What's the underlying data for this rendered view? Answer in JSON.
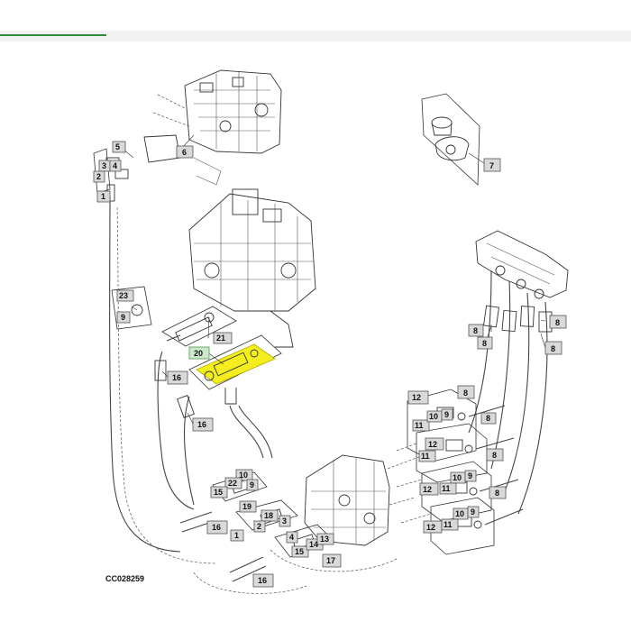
{
  "diagram": {
    "figure_code": "CC028259",
    "highlight_color": "#f5ee1e",
    "accent_color": "#2e8b3a",
    "callouts": [
      {
        "id": "c5",
        "label": "5"
      },
      {
        "id": "c3",
        "label": "3"
      },
      {
        "id": "c4",
        "label": "4"
      },
      {
        "id": "c2",
        "label": "2"
      },
      {
        "id": "c1a",
        "label": "1"
      },
      {
        "id": "c6",
        "label": "6"
      },
      {
        "id": "c7",
        "label": "7"
      },
      {
        "id": "c23",
        "label": "23"
      },
      {
        "id": "c9a",
        "label": "9"
      },
      {
        "id": "c21",
        "label": "21"
      },
      {
        "id": "c20",
        "label": "20"
      },
      {
        "id": "c16a",
        "label": "16"
      },
      {
        "id": "c16b",
        "label": "16"
      },
      {
        "id": "c8a",
        "label": "8"
      },
      {
        "id": "c8b",
        "label": "8"
      },
      {
        "id": "c8c",
        "label": "8"
      },
      {
        "id": "c8d",
        "label": "8"
      },
      {
        "id": "c12a",
        "label": "12"
      },
      {
        "id": "c8e",
        "label": "8"
      },
      {
        "id": "c11a",
        "label": "11"
      },
      {
        "id": "c10a",
        "label": "10"
      },
      {
        "id": "c9b",
        "label": "9"
      },
      {
        "id": "c8f",
        "label": "8"
      },
      {
        "id": "c12b",
        "label": "12"
      },
      {
        "id": "c11b",
        "label": "11"
      },
      {
        "id": "c8g",
        "label": "8"
      },
      {
        "id": "c10b",
        "label": "10"
      },
      {
        "id": "c9c",
        "label": "9"
      },
      {
        "id": "c12c",
        "label": "12"
      },
      {
        "id": "c11c",
        "label": "11"
      },
      {
        "id": "c8h",
        "label": "8"
      },
      {
        "id": "c10c",
        "label": "10"
      },
      {
        "id": "c9d",
        "label": "9"
      },
      {
        "id": "c12d",
        "label": "12"
      },
      {
        "id": "c11d",
        "label": "11"
      },
      {
        "id": "c10d",
        "label": "10"
      },
      {
        "id": "c22",
        "label": "22"
      },
      {
        "id": "c15a",
        "label": "15"
      },
      {
        "id": "c9e",
        "label": "9"
      },
      {
        "id": "c19",
        "label": "19"
      },
      {
        "id": "c18",
        "label": "18"
      },
      {
        "id": "c2b",
        "label": "2"
      },
      {
        "id": "c3b",
        "label": "3"
      },
      {
        "id": "c16c",
        "label": "16"
      },
      {
        "id": "c1b",
        "label": "1"
      },
      {
        "id": "c4b",
        "label": "4"
      },
      {
        "id": "c15b",
        "label": "15"
      },
      {
        "id": "c14",
        "label": "14"
      },
      {
        "id": "c13",
        "label": "13"
      },
      {
        "id": "c17",
        "label": "17"
      },
      {
        "id": "c16d",
        "label": "16"
      }
    ]
  }
}
